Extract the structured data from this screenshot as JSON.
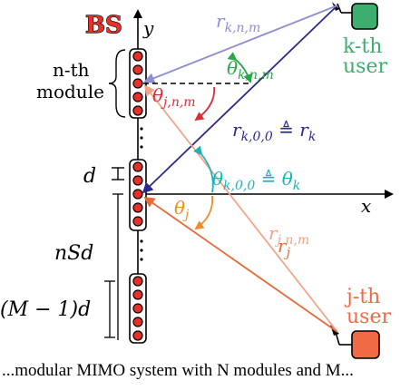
{
  "labels": {
    "bs": "BS",
    "y_axis": "y",
    "x_axis": "x",
    "nth_module_line1": "n-th",
    "nth_module_line2": "module",
    "d": "d",
    "nSd": "nSd",
    "M1d": "(M − 1)d",
    "k_user_line1": "k-th",
    "k_user_line2": "user",
    "j_user_line1": "j-th",
    "j_user_line2": "user",
    "r_knm": "r_{k,n,m}",
    "theta_knm": "θ_{k,n,m}",
    "theta_jnm": "θ_{j,n,m}",
    "r_k00": "r_{k,0,0} ≜ r_k",
    "theta_k00": "θ_{k,0,0} ≜ θ_k",
    "theta_j": "θ_j",
    "r_j": "r_j",
    "r_jnm": "r_{j,n,m}",
    "caption_fragment": "...modular MIMO system with N modules and M..."
  },
  "colors": {
    "antenna_fill": "#e8302a",
    "module_outline": "#000000",
    "bs_red": "#e8302a",
    "k_user_green": "#3dae6e",
    "j_user_orange": "#f06a45",
    "r_knm_line": "#8e8ed0",
    "r_k_line": "#2a2a8a",
    "r_j_line": "#e8693a",
    "r_jnm_line": "#f2a58a",
    "theta_knm_arrow": "#27a745",
    "theta_jnm_arrow": "#e02a3a",
    "theta_k_arrow": "#1ab3b8",
    "theta_j_arrow": "#f08a2a"
  }
}
